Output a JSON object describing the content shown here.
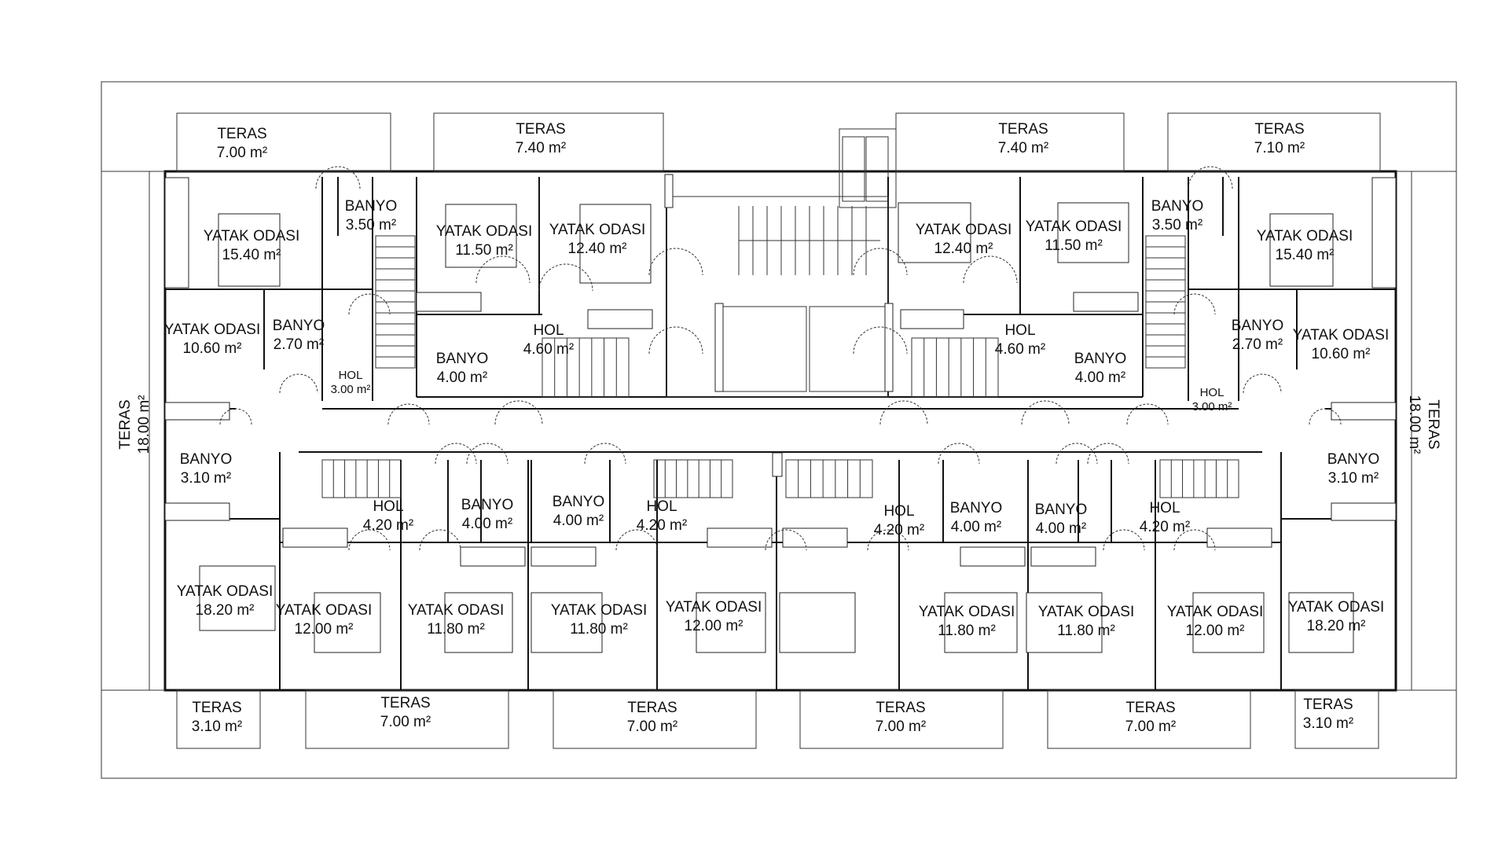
{
  "rooms": [
    {
      "name": "TERAS",
      "area": "7.00 m²"
    },
    {
      "name": "TERAS",
      "area": "7.40 m²"
    },
    {
      "name": "TERAS",
      "area": "7.40 m²"
    },
    {
      "name": "TERAS",
      "area": "7.10 m²"
    },
    {
      "name": "BANYO",
      "area": "3.50 m²"
    },
    {
      "name": "YATAK ODASI",
      "area": "15.40 m²"
    },
    {
      "name": "YATAK ODASI",
      "area": "11.50 m²"
    },
    {
      "name": "YATAK ODASI",
      "area": "12.40 m²"
    },
    {
      "name": "YATAK ODASI",
      "area": "12.40 m²"
    },
    {
      "name": "YATAK ODASI",
      "area": "11.50 m²"
    },
    {
      "name": "BANYO",
      "area": "3.50 m²"
    },
    {
      "name": "YATAK ODASI",
      "area": "15.40 m²"
    },
    {
      "name": "YATAK ODASI",
      "area": "10.60 m²"
    },
    {
      "name": "BANYO",
      "area": "2.70 m²"
    },
    {
      "name": "HOL",
      "area": "3.00 m²"
    },
    {
      "name": "HOL",
      "area": "4.60 m²"
    },
    {
      "name": "BANYO",
      "area": "4.00 m²"
    },
    {
      "name": "HOL",
      "area": "4.60 m²"
    },
    {
      "name": "BANYO",
      "area": "4.00 m²"
    },
    {
      "name": "BANYO",
      "area": "2.70 m²"
    },
    {
      "name": "YATAK ODASI",
      "area": "10.60 m²"
    },
    {
      "name": "HOL",
      "area": "3.00 m²"
    },
    {
      "name": "TERAS",
      "area": "18.00 m²"
    },
    {
      "name": "TERAS",
      "area": "18.00 m²"
    },
    {
      "name": "BANYO",
      "area": "3.10 m²"
    },
    {
      "name": "BANYO",
      "area": "3.10 m²"
    },
    {
      "name": "HOL",
      "area": "4.20 m²"
    },
    {
      "name": "BANYO",
      "area": "4.00 m²"
    },
    {
      "name": "BANYO",
      "area": "4.00 m²"
    },
    {
      "name": "HOL",
      "area": "4.20 m²"
    },
    {
      "name": "HOL",
      "area": "4.20 m²"
    },
    {
      "name": "BANYO",
      "area": "4.00 m²"
    },
    {
      "name": "BANYO",
      "area": "4.00 m²"
    },
    {
      "name": "HOL",
      "area": "4.20 m²"
    },
    {
      "name": "YATAK ODASI",
      "area": "18.20 m²"
    },
    {
      "name": "YATAK ODASI",
      "area": "12.00 m²"
    },
    {
      "name": "YATAK ODASI",
      "area": "11.80 m²"
    },
    {
      "name": "YATAK ODASI",
      "area": "11.80 m²"
    },
    {
      "name": "YATAK ODASI",
      "area": "12.00 m²"
    },
    {
      "name": "YATAK ODASI",
      "area": "11.80 m²"
    },
    {
      "name": "YATAK ODASI",
      "area": "11.80 m²"
    },
    {
      "name": "YATAK ODASI",
      "area": "12.00 m²"
    },
    {
      "name": "YATAK ODASI",
      "area": "18.20 m²"
    },
    {
      "name": "TERAS",
      "area": "3.10 m²"
    },
    {
      "name": "TERAS",
      "area": "7.00 m²"
    },
    {
      "name": "TERAS",
      "area": "7.00 m²"
    },
    {
      "name": "TERAS",
      "area": "7.00 m²"
    },
    {
      "name": "TERAS",
      "area": "7.00 m²"
    },
    {
      "name": "TERAS",
      "area": "3.10 m²"
    }
  ]
}
